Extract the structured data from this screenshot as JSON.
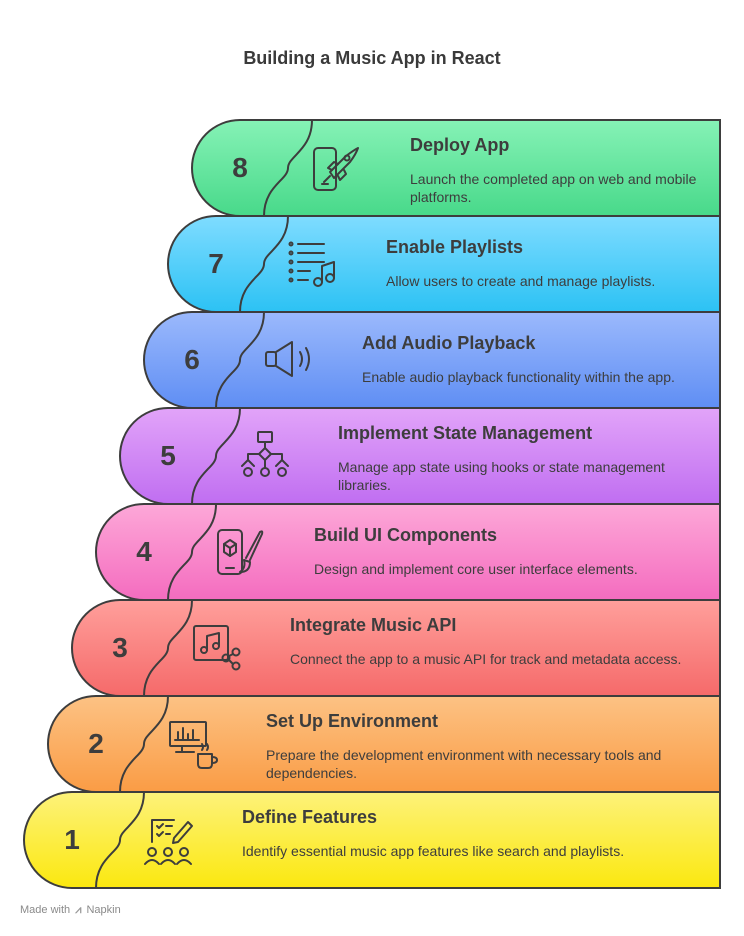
{
  "title": "Building a Music App in React",
  "footer": {
    "prefix": "Made with",
    "brand": "Napkin"
  },
  "steps": [
    {
      "number": "1",
      "title": "Define Features",
      "description": "Identify essential music app features like search and playlists.",
      "icon": "checklist-team-icon",
      "color_start": "#fdf27a",
      "color_end": "#fbe80f"
    },
    {
      "number": "2",
      "title": "Set Up Environment",
      "description": "Prepare the development environment with necessary tools and dependencies.",
      "icon": "monitor-coffee-icon",
      "color_start": "#fcc284",
      "color_end": "#fa9c45"
    },
    {
      "number": "3",
      "title": "Integrate Music API",
      "description": "Connect the app to a music API for track and metadata access.",
      "icon": "music-share-icon",
      "color_start": "#ff9f9b",
      "color_end": "#f56a6a"
    },
    {
      "number": "4",
      "title": "Build UI Components",
      "description": "Design and implement core user interface elements.",
      "icon": "phone-brush-icon",
      "color_start": "#fda8d8",
      "color_end": "#f46cbf"
    },
    {
      "number": "5",
      "title": "Implement State Management",
      "description": "Manage app state using hooks or state management libraries.",
      "icon": "hierarchy-icon",
      "color_start": "#e2a4f9",
      "color_end": "#c06ef1"
    },
    {
      "number": "6",
      "title": "Add Audio Playback",
      "description": "Enable audio playback functionality within the app.",
      "icon": "speaker-icon",
      "color_start": "#9bb9fc",
      "color_end": "#5f8ef4"
    },
    {
      "number": "7",
      "title": "Enable Playlists",
      "description": "Allow users to create and manage playlists.",
      "icon": "playlist-icon",
      "color_start": "#7fdcff",
      "color_end": "#2cc2f4"
    },
    {
      "number": "8",
      "title": "Deploy App",
      "description": "Launch the completed app on web and mobile platforms.",
      "icon": "phone-rocket-icon",
      "color_start": "#86f2b6",
      "color_end": "#48d98a"
    }
  ]
}
